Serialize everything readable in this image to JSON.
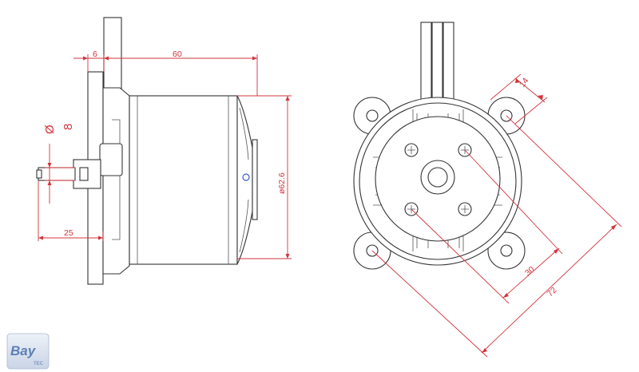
{
  "dimensions": {
    "flange_thickness": "6",
    "motor_length": "60",
    "shaft_diameter_symbol": "Ø",
    "shaft_diameter_value": "8",
    "shaft_length": "25",
    "motor_diameter": "ø62.6",
    "arm_width": "14",
    "inner_hole_spacing": "30",
    "outer_hole_spacing": "72"
  },
  "logo": {
    "brand": "Bay",
    "sub": "TEC"
  },
  "colors": {
    "dimension": "#d0343c",
    "outline": "#333333",
    "logo": "#5b7fb5"
  }
}
